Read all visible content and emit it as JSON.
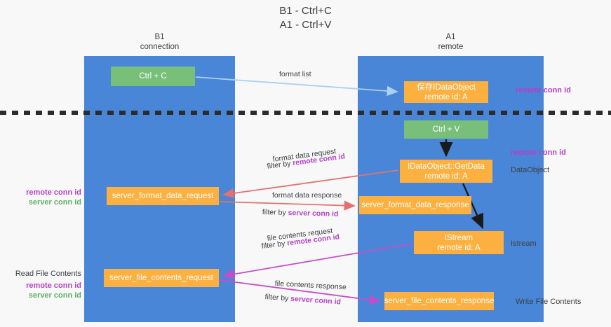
{
  "title": "B1 - Ctrl+C\nA1 - Ctrl+V",
  "lanes": [
    {
      "id": "b1",
      "title": "B1\nconnection"
    },
    {
      "id": "a1",
      "title": "A1\nremote"
    }
  ],
  "nodes": [
    {
      "id": "ctrl-c",
      "label": "Ctrl + C",
      "color": "#78c07a"
    },
    {
      "id": "save-idataobject",
      "label": "保存IDataObject\nremote id: A",
      "color": "#fbb040"
    },
    {
      "id": "ctrl-v",
      "label": "Ctrl + V",
      "color": "#78c07a"
    },
    {
      "id": "idataobject-getdata",
      "label": "IDataObject::GetData\nremote id: A",
      "color": "#fbb040"
    },
    {
      "id": "server-format-data-request",
      "label": "server_format_data_request",
      "color": "#fbb040"
    },
    {
      "id": "server-format-data-response",
      "label": "server_format_data_response",
      "color": "#fbb040"
    },
    {
      "id": "istream",
      "label": "IStream\nremote id: A",
      "color": "#fbb040"
    },
    {
      "id": "server-file-contents-request",
      "label": "server_file_contents_request",
      "color": "#fbb040"
    },
    {
      "id": "server-file-contents-response",
      "label": "server_file_contents_response",
      "color": "#fbb040"
    }
  ],
  "edge_labels": {
    "format_list": "format list",
    "format_data_request": "format data request",
    "format_data_request_filter_prefix": "filter by ",
    "format_data_request_filter_key": "remote conn id",
    "format_data_response": "format data response",
    "format_data_response_filter_prefix": "filter by ",
    "format_data_response_filter_key": "server conn id",
    "file_contents_request": "file contents request",
    "file_contents_request_filter_prefix": "filter by ",
    "file_contents_request_filter_key": "remote conn id",
    "file_contents_response": "file contents response",
    "file_contents_response_filter_prefix": "filter by ",
    "file_contents_response_filter_key": "server conn id"
  },
  "annotations": {
    "remote_conn_id_top": "remote conn id",
    "remote_conn_id_mid": "remote conn id",
    "data_object": "DataObject",
    "istream": "Istream",
    "write_file_contents": "Write File Contents",
    "read_file_contents": "Read File Contents",
    "left_remote_conn_id": "remote conn id",
    "left_server_conn_id": "server conn id",
    "left_remote_conn_id_2": "remote conn id",
    "left_server_conn_id_2": "server conn id"
  },
  "colors": {
    "lane": "#4a86d8",
    "node_green": "#78c07a",
    "node_orange": "#fbb040",
    "accent_purple": "#b43fc7",
    "accent_green": "#5fae62",
    "arrow_blue": "#a9d2f0",
    "arrow_red": "#e2726f",
    "arrow_magenta": "#c44ec9",
    "arrow_black": "#1a1a1a",
    "background": "#f8f8f8",
    "divider": "#2b2b2b"
  }
}
